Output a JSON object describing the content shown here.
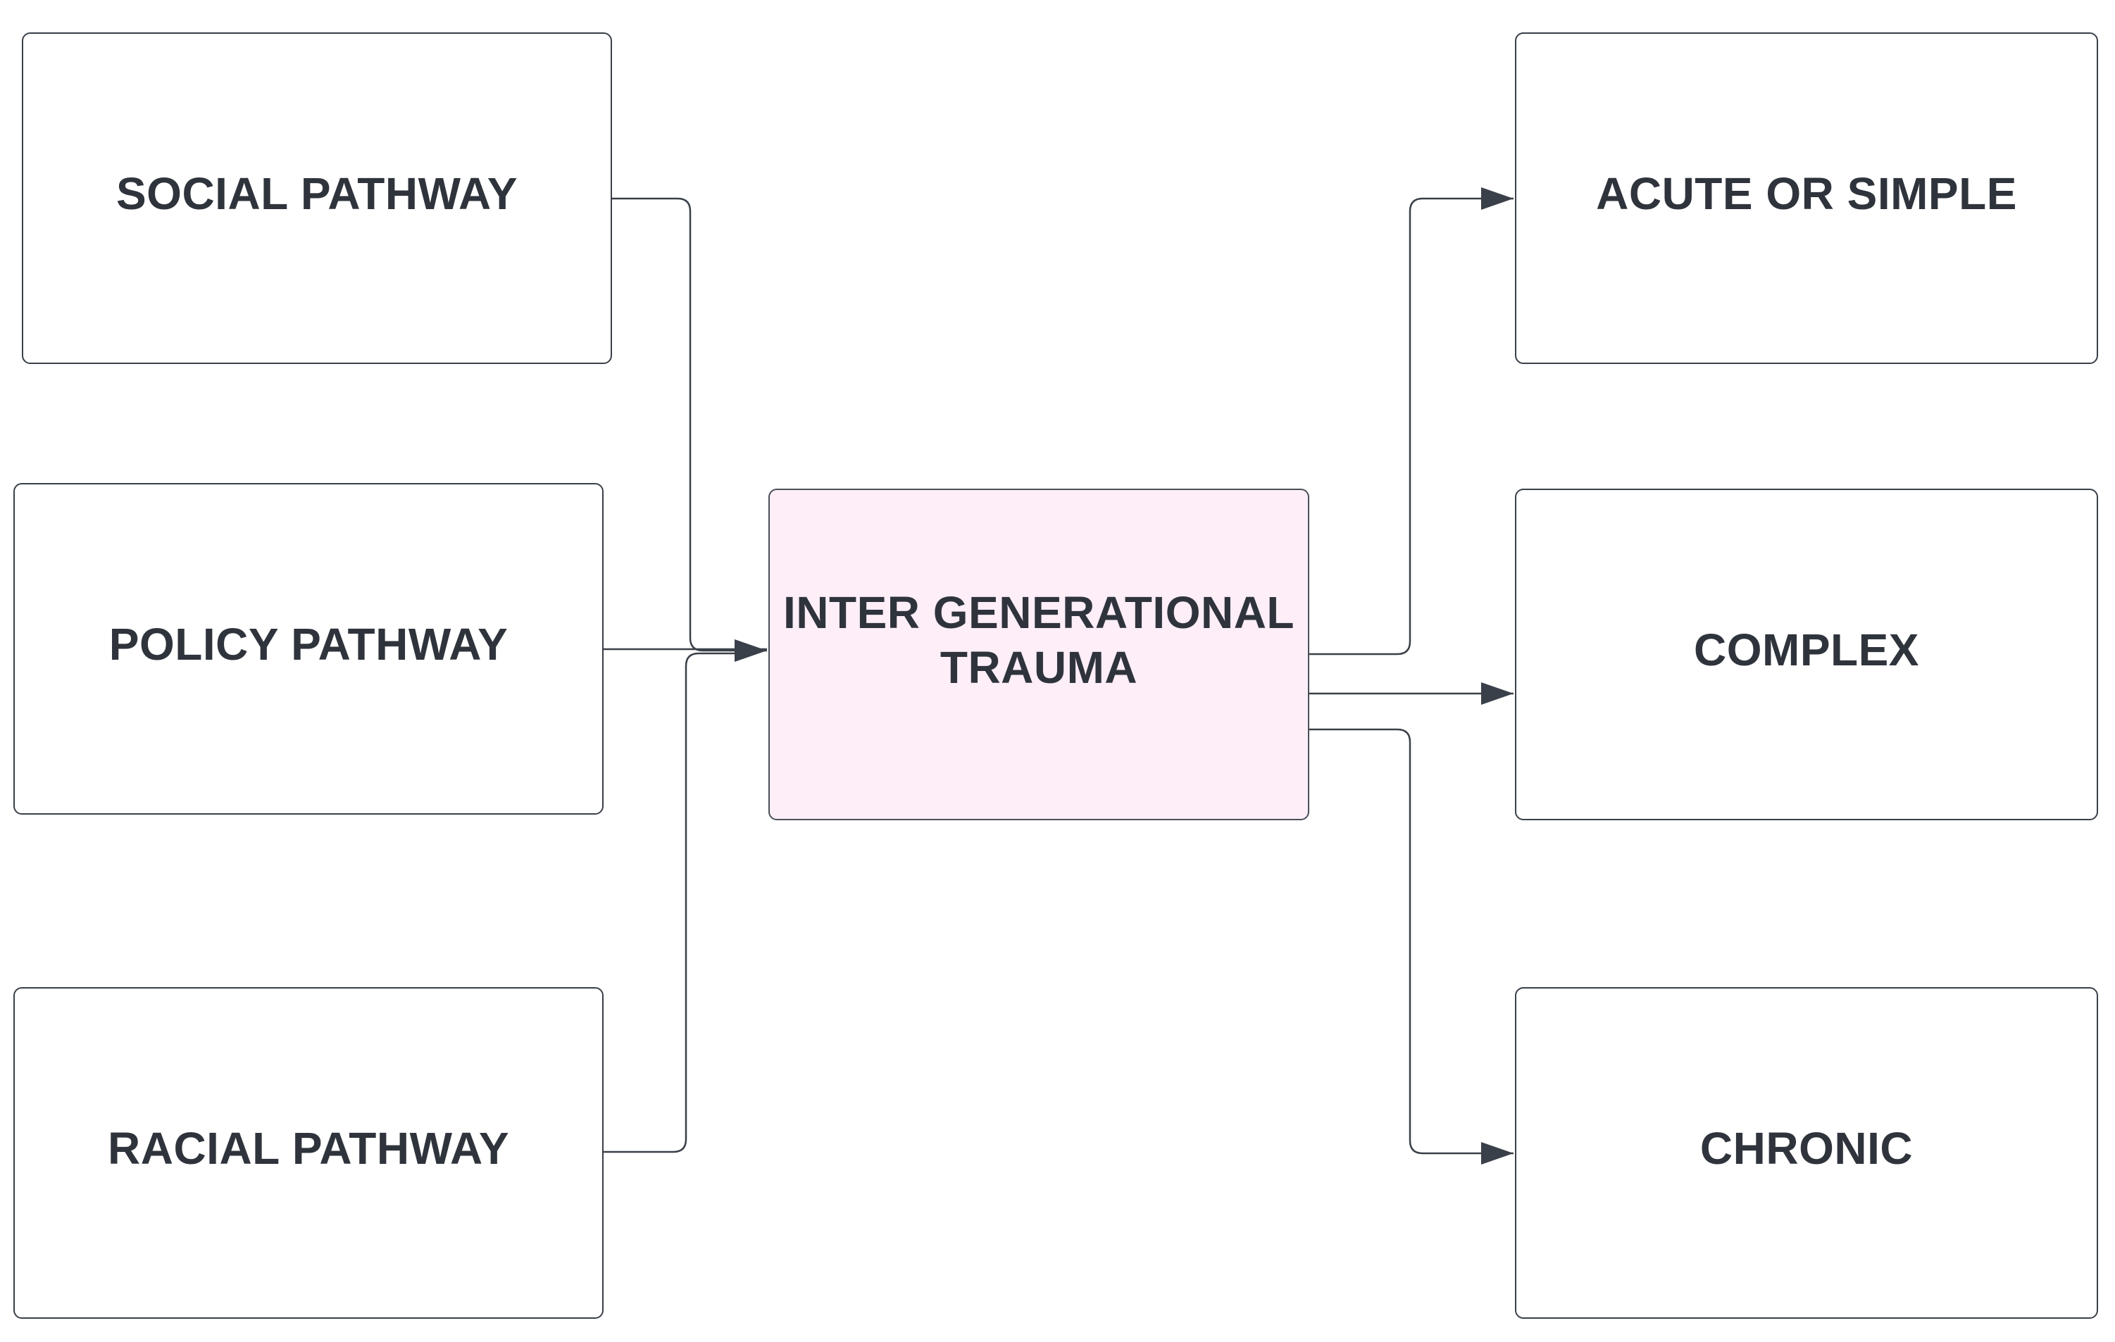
{
  "nodes": {
    "social": "SOCIAL PATHWAY",
    "policy": "POLICY PATHWAY",
    "racial": "RACIAL PATHWAY",
    "center_line1": "INTER GENERATIONAL",
    "center_line2": "TRAUMA",
    "acute": "ACUTE OR SIMPLE",
    "complex": "COMPLEX",
    "chronic": "CHRONIC"
  },
  "colors": {
    "stroke": "#3a4049",
    "text": "#2f343c",
    "center_fill": "#fdeef8",
    "box_fill": "#ffffff"
  }
}
